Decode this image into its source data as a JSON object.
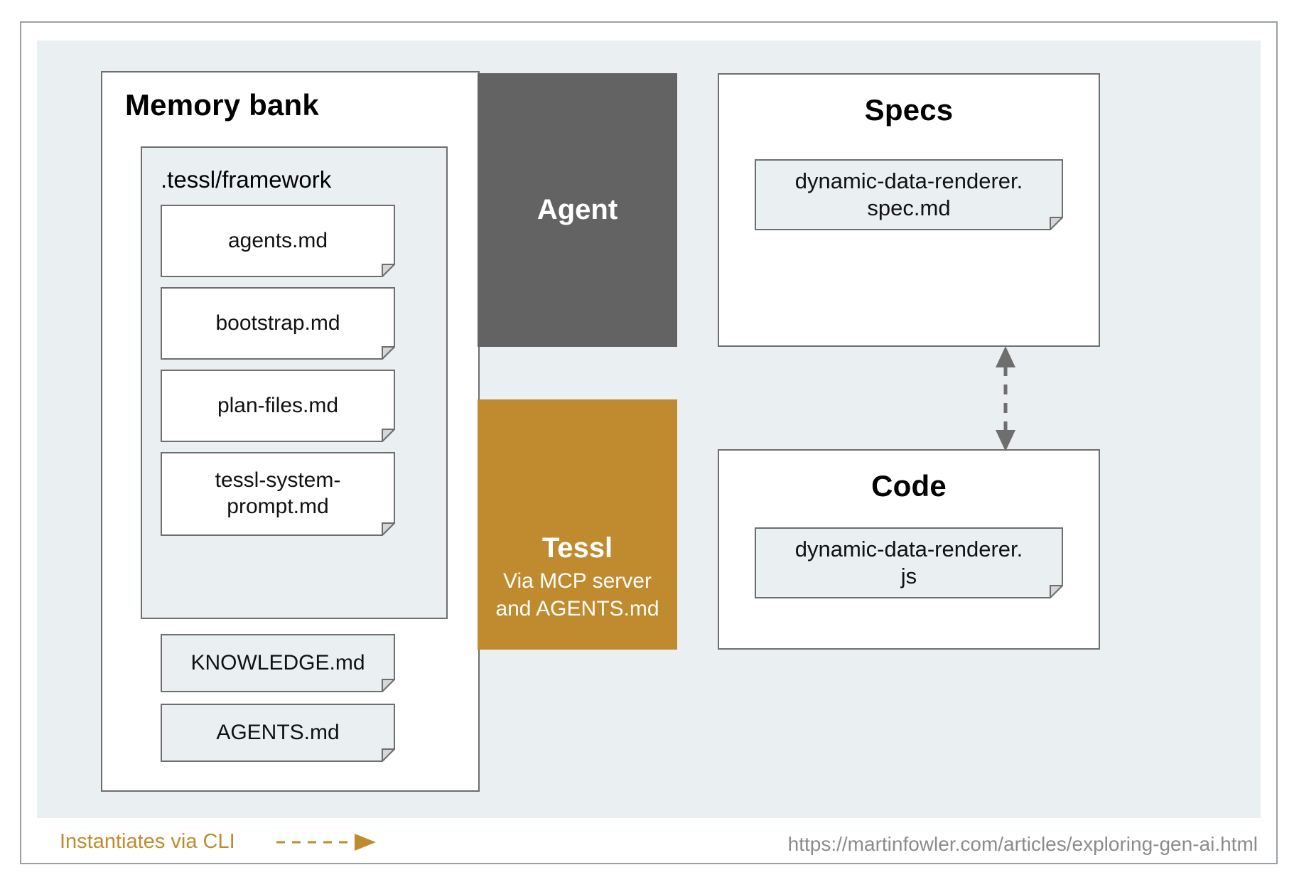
{
  "diagram": {
    "memory_bank": {
      "title": "Memory bank",
      "framework_group": {
        "label": ".tessl/framework",
        "files": [
          {
            "name": "agents.md"
          },
          {
            "name": "bootstrap.md"
          },
          {
            "name": "plan-files.md"
          },
          {
            "name": "tessl-system-\nprompt.md"
          }
        ]
      },
      "root_files": [
        {
          "name": "KNOWLEDGE.md"
        },
        {
          "name": "AGENTS.md"
        }
      ]
    },
    "agent": {
      "title": "Agent"
    },
    "tessl": {
      "title": "Tessl",
      "subtitle": "Via MCP server\nand AGENTS.md"
    },
    "specs": {
      "title": "Specs",
      "files": [
        {
          "name": "dynamic-data-renderer.\nspec.md"
        }
      ]
    },
    "code": {
      "title": "Code",
      "files": [
        {
          "name": "dynamic-data-renderer.\njs"
        }
      ]
    },
    "connections": {
      "tessl_to_memory_bank": {
        "style": "dashed",
        "direction": "left",
        "color": "#c08b2e"
      },
      "specs_code": {
        "style": "dashed",
        "direction": "bidirectional",
        "color": "#6e6e6e"
      }
    }
  },
  "legend": {
    "label": "Instantiates via CLI",
    "arrow_color": "#c08b2e"
  },
  "footer": {
    "source_url": "https://martinfowler.com/articles/exploring-gen-ai.html"
  },
  "colors": {
    "stage_bg": "#eaeff2",
    "agent_fill": "#636363",
    "tessl_fill": "#c08b2e",
    "border": "#6e6e6e",
    "note_light_fill": "#eaeff2",
    "note_white_fill": "#ffffff",
    "url_text": "#8b8b8b"
  }
}
